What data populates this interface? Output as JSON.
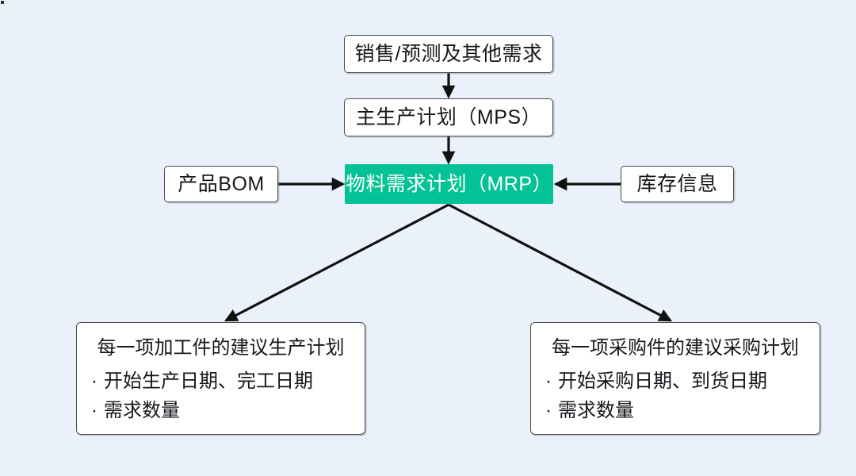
{
  "diagram": {
    "background_color": "#eaf1fa",
    "accent_color": "#03c295",
    "line_color": "#111111",
    "nodes": {
      "demand": {
        "label": "销售/预测及其他需求"
      },
      "mps": {
        "label": "主生产计划（MPS）"
      },
      "mrp": {
        "label": "物料需求计划（MRP）"
      },
      "bom": {
        "label": "产品BOM"
      },
      "inventory": {
        "label": "库存信息"
      },
      "production": {
        "title": "每一项加工件的建议生产计划",
        "bullet_char": "·",
        "items": [
          "开始生产日期、完工日期",
          "需求数量"
        ]
      },
      "purchase": {
        "title": "每一项采购件的建议采购计划",
        "bullet_char": "·",
        "items": [
          "开始采购日期、到货日期",
          "需求数量"
        ]
      }
    }
  }
}
